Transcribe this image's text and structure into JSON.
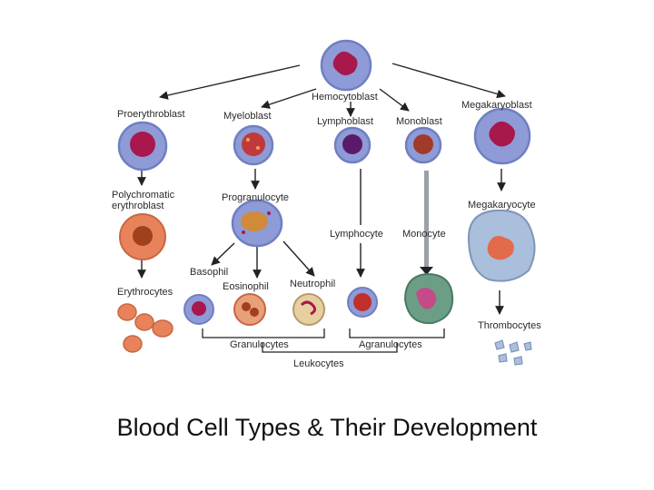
{
  "title": "Blood Cell Types & Their Development",
  "diagram": {
    "labels": {
      "hemocytoblast": "Hemocytoblast",
      "proerythroblast": "Proerythroblast",
      "myeloblast": "Myeloblast",
      "lymphoblast": "Lymphoblast",
      "monoblast": "Monoblast",
      "megakaryoblast": "Megakaryoblast",
      "polychromatic_1": "Polychromatic",
      "polychromatic_2": "erythroblast",
      "progranulocyte": "Progranulocyte",
      "megakaryocyte": "Megakaryocyte",
      "lymphocyte": "Lymphocyte",
      "monocyte": "Monocyte",
      "basophil": "Basophil",
      "eosinophil": "Eosinophil",
      "neutrophil": "Neutrophil",
      "erythrocytes": "Erythrocytes",
      "thrombocytes": "Thrombocytes",
      "granulocytes": "Granulocytes",
      "agranulocytes": "Agranulocytes",
      "leukocytes": "Leukocytes"
    },
    "colors": {
      "cell_membrane": "#8e9bd6",
      "cell_outline": "#6f7fc2",
      "nucleus": "#a8184c",
      "erythro_orange": "#e8825a",
      "monocyte_green": "#6c9e86",
      "platelet_blue": "#a9bfdc"
    }
  }
}
